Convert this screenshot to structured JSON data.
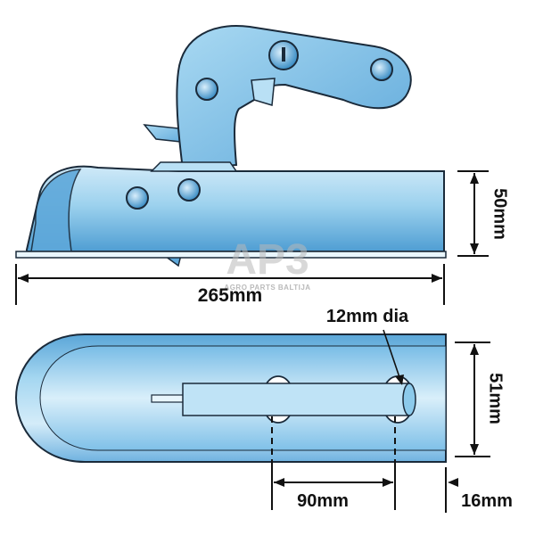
{
  "dimensions": {
    "length": "265mm",
    "body_height": "50mm",
    "body_width": "51mm",
    "hole_diameter": "12mm dia",
    "hole_spacing": "90mm",
    "end_offset": "16mm"
  },
  "watermark": {
    "logo": "AP3",
    "caption": "AGRO PARTS BALTIJA"
  },
  "colors": {
    "body_fill": "#9dd2ee",
    "body_light": "#d4ecf9",
    "body_dark": "#3c90c8",
    "outline": "#1a2a3a",
    "dimension_line": "#111111",
    "watermark": "#c8c8c8"
  }
}
